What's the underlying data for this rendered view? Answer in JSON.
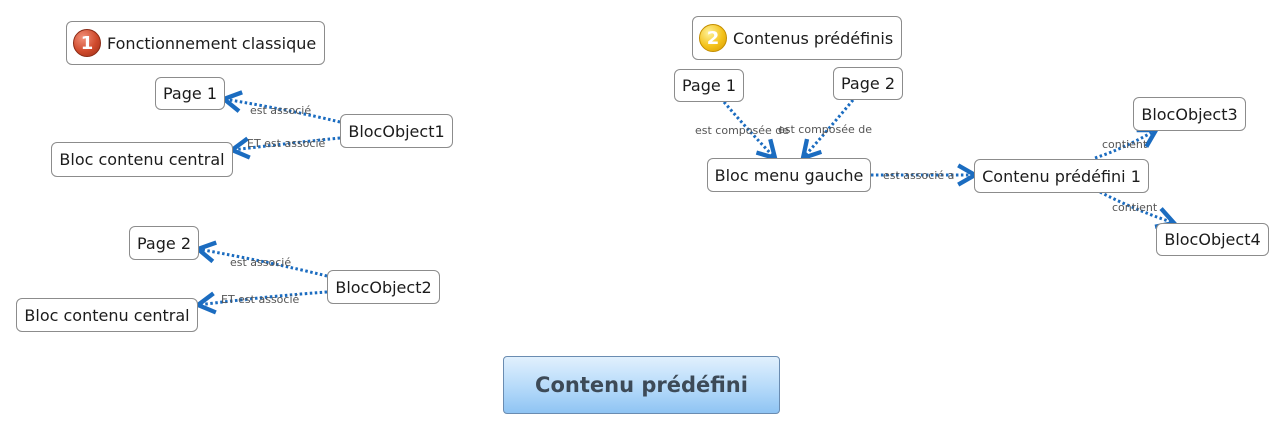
{
  "central": {
    "label": "Contenu prédéfini"
  },
  "section1": {
    "title": "Fonctionnement classique",
    "marker": "1",
    "page1": "Page 1",
    "page2": "Page 2",
    "bloc_contenu_central_1": "Bloc contenu central",
    "bloc_contenu_central_2": "Bloc contenu central",
    "blocobject1": "BlocObject1",
    "blocobject2": "BlocObject2",
    "edges": {
      "e1": "est associé",
      "e2": "ET est associé",
      "e3": "est associé",
      "e4": "ET est associé"
    }
  },
  "section2": {
    "title": "Contenus prédéfinis",
    "marker": "2",
    "page1": "Page 1",
    "page2": "Page 2",
    "bloc_menu_gauche": "Bloc menu gauche",
    "contenu_predefini_1": "Contenu prédéfini 1",
    "blocobject3": "BlocObject3",
    "blocobject4": "BlocObject4",
    "edges": {
      "e1": "est composée de",
      "e2": "est composée de",
      "e3": "est associé a",
      "e4": "contient",
      "e5": "contient"
    }
  },
  "colors": {
    "connector": "#1b6cc0",
    "node_border": "#8c8c8c",
    "central_top": "#e1f0fd",
    "central_bottom": "#8fc4f3",
    "central_text": "#3d4a57",
    "marker1": "#cf4a2c",
    "marker2": "#f4c21a"
  }
}
